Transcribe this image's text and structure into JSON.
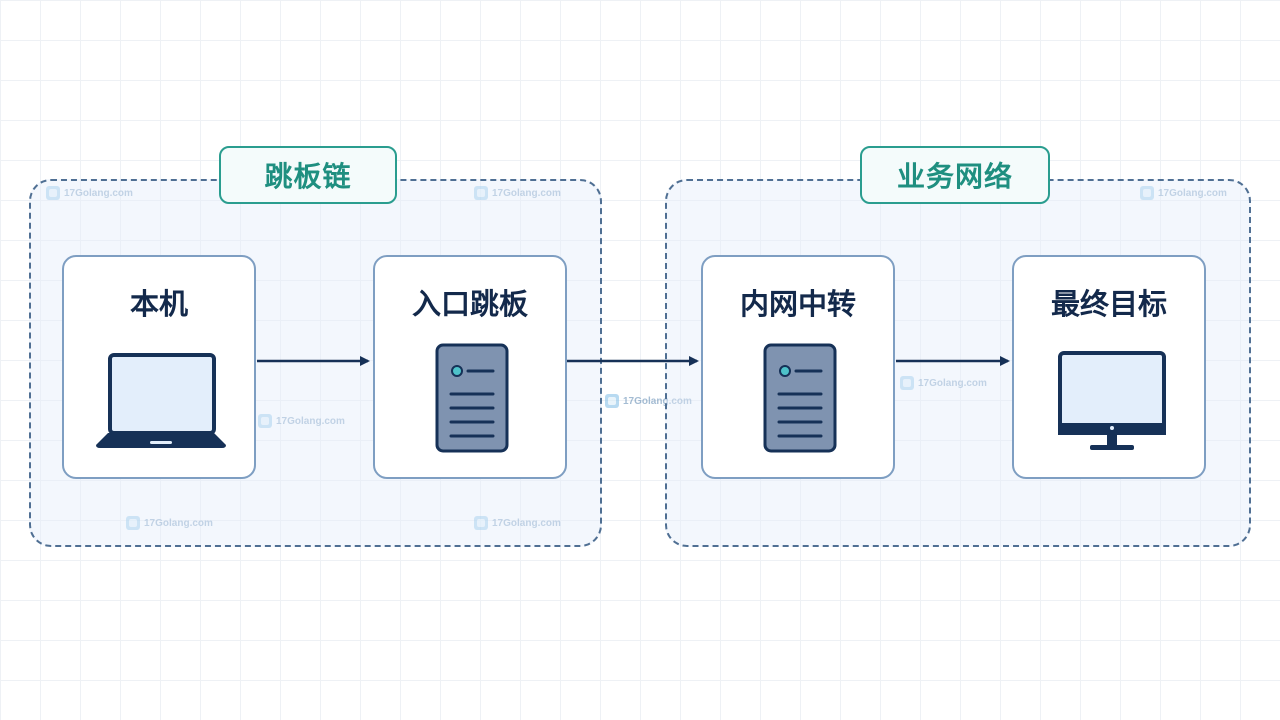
{
  "groups": [
    {
      "id": "jump-chain",
      "label": "跳板链"
    },
    {
      "id": "business-network",
      "label": "业务网络"
    }
  ],
  "nodes": [
    {
      "id": "local",
      "label": "本机",
      "icon": "laptop-icon"
    },
    {
      "id": "entry",
      "label": "入口跳板",
      "icon": "server-icon"
    },
    {
      "id": "relay",
      "label": "内网中转",
      "icon": "server-icon"
    },
    {
      "id": "target",
      "label": "最终目标",
      "icon": "monitor-icon"
    }
  ],
  "edges": [
    {
      "from": "local",
      "to": "entry"
    },
    {
      "from": "entry",
      "to": "relay"
    },
    {
      "from": "relay",
      "to": "target"
    }
  ],
  "watermark": {
    "text": "17Golang.com"
  },
  "colors": {
    "group_border": "#4f6f93",
    "group_label": "#2a9d8f",
    "node_border": "#7e9ec2",
    "title_text": "#13294b",
    "device_dark": "#163157",
    "screen_fill": "#e3eefb",
    "server_fill": "#7f93b0",
    "status_led": "#4ec2c9"
  }
}
